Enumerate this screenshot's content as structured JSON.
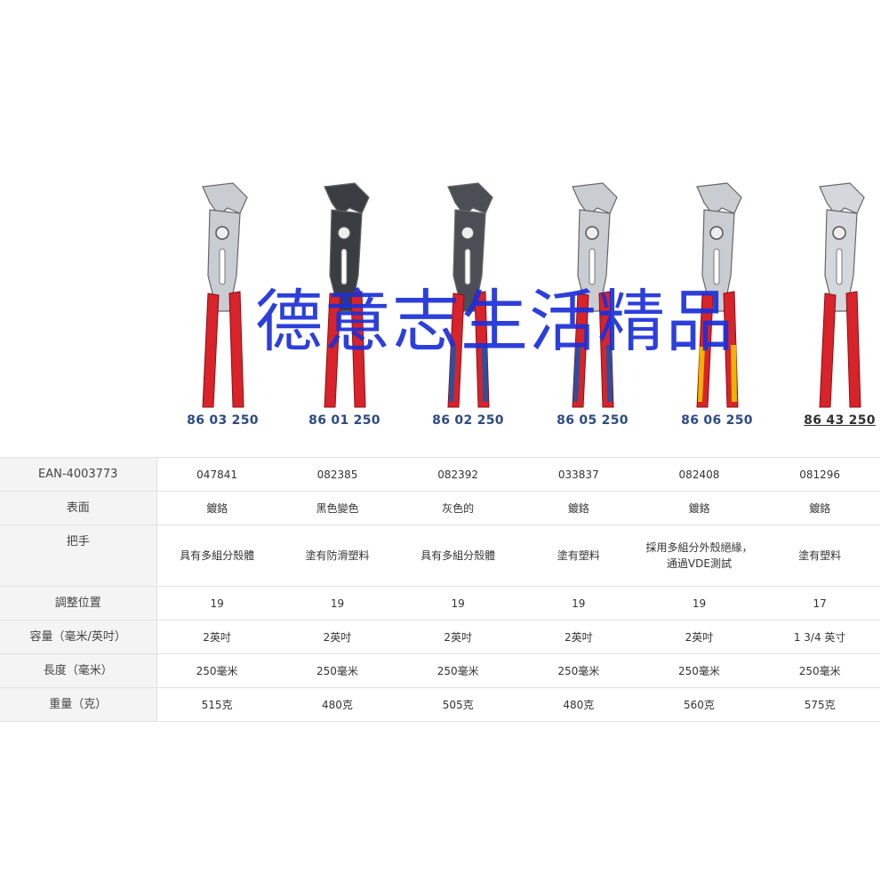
{
  "watermark": "德意志生活精品",
  "products": [
    {
      "code": "86 03 250",
      "handle": "#d8232a",
      "body": "#c9cdd2",
      "stripe": ""
    },
    {
      "code": "86 01 250",
      "handle": "#d8232a",
      "body": "#3a3d42",
      "stripe": ""
    },
    {
      "code": "86 02 250",
      "handle": "#d8232a",
      "body": "#4b4f55",
      "stripe": "#2c4f9e"
    },
    {
      "code": "86 05 250",
      "handle": "#d8232a",
      "body": "#c9cdd2",
      "stripe": "#2c4f9e"
    },
    {
      "code": "86 06 250",
      "handle": "#d8232a",
      "body": "#c9cdd2",
      "stripe": "#f0b400"
    },
    {
      "code": "86 43 250",
      "handle": "#d8232a",
      "body": "#d4d8dc",
      "stripe": ""
    }
  ],
  "table": {
    "rows": [
      {
        "label": "EAN-4003773",
        "cells": [
          "047841",
          "082385",
          "082392",
          "033837",
          "082408",
          "081296"
        ]
      },
      {
        "label": "表面",
        "cells": [
          "鍍鉻",
          "黑色變色",
          "灰色的",
          "鍍鉻",
          "鍍鉻",
          "鍍鉻"
        ]
      },
      {
        "label": "把手",
        "cells": [
          "具有多組分殼體",
          "塗有防滑塑料",
          "具有多組分殼體",
          "塗有塑料",
          "採用多組分外殼絕緣，通過VDE測試",
          "塗有塑料"
        ]
      },
      {
        "label": "調整位置",
        "cells": [
          "19",
          "19",
          "19",
          "19",
          "19",
          "17"
        ]
      },
      {
        "label": "容量（毫米/英吋）",
        "cells": [
          "2英吋",
          "2英吋",
          "2英吋",
          "2英吋",
          "2英吋",
          "1 3/4 英寸"
        ]
      },
      {
        "label": "長度（毫米）",
        "cells": [
          "250毫米",
          "250毫米",
          "250毫米",
          "250毫米",
          "250毫米",
          "250毫米"
        ]
      },
      {
        "label": "重量（克）",
        "cells": [
          "515克",
          "480克",
          "505克",
          "480克",
          "560克",
          "575克"
        ]
      }
    ]
  }
}
